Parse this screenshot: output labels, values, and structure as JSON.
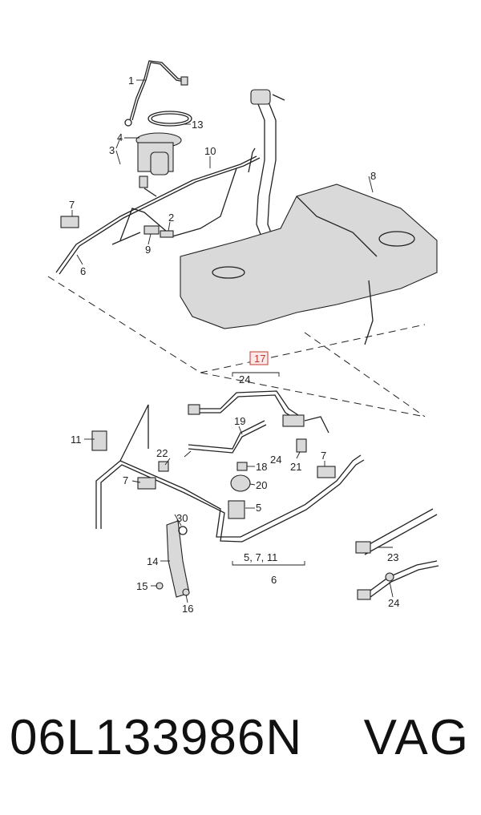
{
  "callouts": {
    "c1": "1",
    "c2": "2",
    "c3": "3",
    "c4": "4",
    "c5": "5",
    "c6a": "6",
    "c6b": "6",
    "c7a": "7",
    "c7b": "7",
    "c7c": "7",
    "c8": "8",
    "c9": "9",
    "c10": "10",
    "c11": "11",
    "c13": "13",
    "c14": "14",
    "c15": "15",
    "c16": "16",
    "c17": "17",
    "c18": "18",
    "c19": "19",
    "c20": "20",
    "c21": "21",
    "c22": "22",
    "c23": "23",
    "c24a": "24",
    "c24b": "24",
    "c24c": "24",
    "c30": "30",
    "c5711": "5, 7, 11"
  },
  "highlight_color": "#c0392b",
  "footer": {
    "part_number": "06L133986N",
    "brand": "VAG"
  }
}
